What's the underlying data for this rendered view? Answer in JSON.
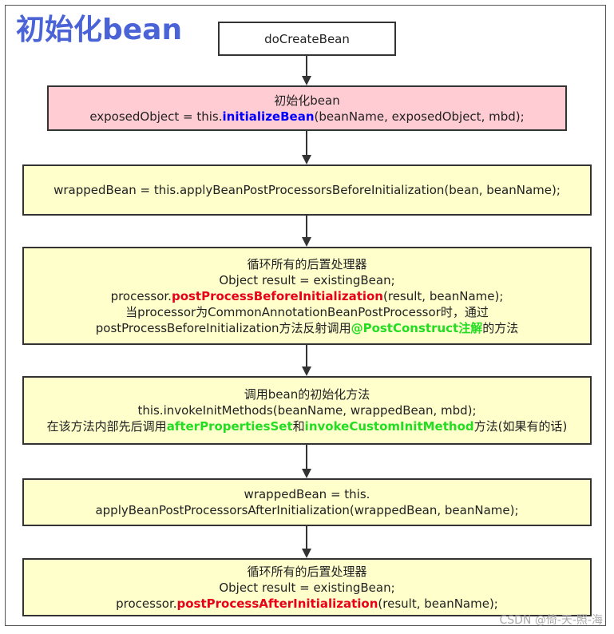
{
  "title": "初始化bean",
  "start_box": {
    "label": "doCreateBean"
  },
  "box1": {
    "line1": "初始化bean",
    "line2_pre": "exposedObject = this.",
    "line2_hl": "initializeBean",
    "line2_post": "(beanName, exposedObject, mbd);"
  },
  "box2": {
    "line1": "wrappedBean = this.applyBeanPostProcessorsBeforeInitialization(bean, beanName);"
  },
  "box3": {
    "line1": "循环所有的后置处理器",
    "line2": "Object result = existingBean;",
    "line3_pre": "processor.",
    "line3_hl": "postProcessBeforeInitialization",
    "line3_post": "(result, beanName);",
    "line4": "当processor为CommonAnnotationBeanPostProcessor时，通过",
    "line5_pre": "postProcessBeforeInitialization方法反射调用",
    "line5_hl": "@PostConstruct注解",
    "line5_post": "的方法"
  },
  "box4": {
    "line1": "调用bean的初始化方法",
    "line2": "this.invokeInitMethods(beanName, wrappedBean, mbd);",
    "line3_pre": "在该方法内部先后调用",
    "line3_hl1": "afterPropertiesSet",
    "line3_mid": "和",
    "line3_hl2": "invokeCustomInitMethod",
    "line3_post": "方法(如果有的话)"
  },
  "box5": {
    "line1": "wrappedBean = this.",
    "line2": "applyBeanPostProcessorsAfterInitialization(wrappedBean, beanName);"
  },
  "box6": {
    "line1": "循环所有的后置处理器",
    "line2": "Object result = existingBean;",
    "line3_pre": "processor.",
    "line3_hl": "postProcessAfterInitialization",
    "line3_post": "(result, beanName);"
  },
  "watermark": "CSDN @倚-天-照-海",
  "colors": {
    "title": "#4a63d6",
    "yellow_fill": "#ffffcc",
    "pink_fill": "#ffccd3",
    "blue": "#0000ff",
    "red": "#e8001c",
    "green": "#22dd22"
  }
}
